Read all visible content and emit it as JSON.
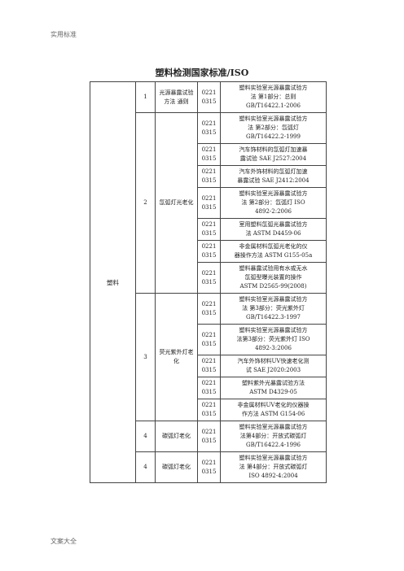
{
  "page": {
    "header": "实用标准",
    "footer": "文案大全"
  },
  "title": "塑料检测国家标准/ISO",
  "category": "塑料",
  "groups": [
    {
      "num": "1",
      "name": "光源暴露试验方法 通则",
      "rows": [
        {
          "code": "0221 0315",
          "lines": [
            "塑料实验室光源暴露试验方",
            "法 第1部分：总则",
            "GB/T16422.1-2006"
          ]
        }
      ]
    },
    {
      "num": "2",
      "name": "氙弧灯光老化",
      "rows": [
        {
          "code": "0221 0315",
          "lines": [
            "塑料实验室光源暴露试验方",
            "法 第2部分：氙弧灯",
            "GB/T16422.2-1999"
          ]
        },
        {
          "code": "0221 0315",
          "lines": [
            "汽车饰材料的氙弧灯加速暴",
            "露试验 SAE J2527:2004"
          ]
        },
        {
          "code": "0221 0315",
          "lines": [
            "汽车外饰材料的氙弧灯加速",
            "暴露试验 SAE J2412:2004"
          ]
        },
        {
          "code": "0221 0315",
          "lines": [
            "塑料实验室光源暴露试验方",
            "法 第2部分：氙弧灯 ISO",
            "4892-2:2006"
          ]
        },
        {
          "code": "0221 0315",
          "lines": [
            "室用塑料氙弧光暴露试验方",
            "法 ASTM D4459-06"
          ]
        },
        {
          "code": "0221 0315",
          "lines": [
            "非金属材料氙弧光老化的仪",
            "器操作方法 ASTM G155-05a"
          ]
        },
        {
          "code": "0221 0315",
          "lines": [
            "塑料暴露试验用有水或无水",
            "氙弧型曝光装置的操作",
            "ASTM D2565-99(2008)"
          ]
        }
      ]
    },
    {
      "num": "3",
      "name": "荧光紫外灯老化",
      "rows": [
        {
          "code": "0221 0315",
          "lines": [
            "塑料实验室光源暴露试验方",
            "法 第3部分：荧光紫外灯",
            "GB/T16422.3-1997"
          ]
        },
        {
          "code": "0221 0315",
          "lines": [
            "塑料实验室光源暴露试验方",
            "法第3部分：荧光紫外灯 ISO",
            "4892-3:2006"
          ]
        },
        {
          "code": "0221 0315",
          "lines": [
            "汽车外饰材料UV快速老化测",
            "试 SAE J2020:2003"
          ]
        },
        {
          "code": "0221 0315",
          "lines": [
            "塑料紫外光暴露试验方法",
            "ASTM D4329-05"
          ]
        },
        {
          "code": "0221 0315",
          "lines": [
            "非金属材料UV老化的仪器操",
            "作方法 ASTM G154-06"
          ]
        }
      ]
    },
    {
      "num": "4",
      "name": "碳弧灯老化",
      "rows": [
        {
          "code": "0221 0315",
          "lines": [
            "塑料实验室光源暴露试验方",
            "法第4部分：开放式碳弧灯",
            "GB/T16422.4-1996"
          ]
        }
      ]
    },
    {
      "num": "4",
      "name": "碳弧灯老化",
      "rows": [
        {
          "code": "0221 0315",
          "lines": [
            "塑料实验室光源暴露试验方",
            "法 第4部分：开放式碳弧灯",
            "ISO 4892-4:2004"
          ]
        }
      ]
    }
  ]
}
